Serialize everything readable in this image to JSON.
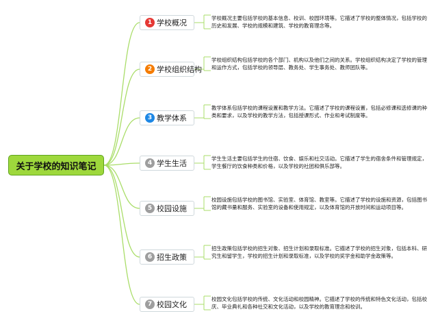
{
  "root": {
    "label": "关于学校的知识笔记"
  },
  "colors": {
    "connector": "#a9dd68",
    "root_fill": "#9ed83c"
  },
  "branches": [
    {
      "number": "1",
      "label": "学校概况",
      "badge_color": "#e53935",
      "description": "学校概况主要包括学校的基本信息、校训、校园环境等。它描述了学校的整体情况，包括学校的历史和发展、学校的规模和建筑、学校的教育理念等。"
    },
    {
      "number": "2",
      "label": "学校组织结构",
      "badge_color": "#f57c00",
      "description": "学校组织结构包括学校的各个部门、机构以及他们之间的关系。学校组织结构决定了学校的管理和运作方式，包括学校的领导层、教务处、学生事务处、教师团队等。"
    },
    {
      "number": "3",
      "label": "教学体系",
      "badge_color": "#1e88e5",
      "description": "教学体系包括学校的课程设置和教学方法。它描述了学校的课程设置，包括必修课和选修课的种类和要求，以及学校的教学方法，包括授课形式、作业和考试制度等。"
    },
    {
      "number": "4",
      "label": "学生生活",
      "badge_color": "#9e9e9e",
      "description": "学生生活主要包括学生的住宿、饮食、娱乐和社交活动。它描述了学生的宿舍条件和管理规定，学生餐厅的饮食种类和价格，以及学校的社团和俱乐部等。"
    },
    {
      "number": "5",
      "label": "校园设施",
      "badge_color": "#9e9e9e",
      "description": "校园设施包括学校的图书馆、实验室、体育馆、教室等。它描述了学校的设施和资源，包括图书馆的藏书量和服务、实验室的设备和使用规定，以及体育馆的开放时间和运动项目等。"
    },
    {
      "number": "6",
      "label": "招生政策",
      "badge_color": "#9e9e9e",
      "description": "招生政策包括学校的招生对象、招生计划和录取标准。它描述了学校的招生对象，包括本科、研究生和留学生，学校的招生计划和录取标准，以及学校的奖学金和助学金政策等。"
    },
    {
      "number": "7",
      "label": "校园文化",
      "badge_color": "#9e9e9e",
      "description": "校园文化包括学校的传统、文化活动和校园精神。它描述了学校的传统和特色文化活动，包括校庆、毕业典礼和各种社交和文化活动，以及学校的教育理念和校训。"
    }
  ]
}
